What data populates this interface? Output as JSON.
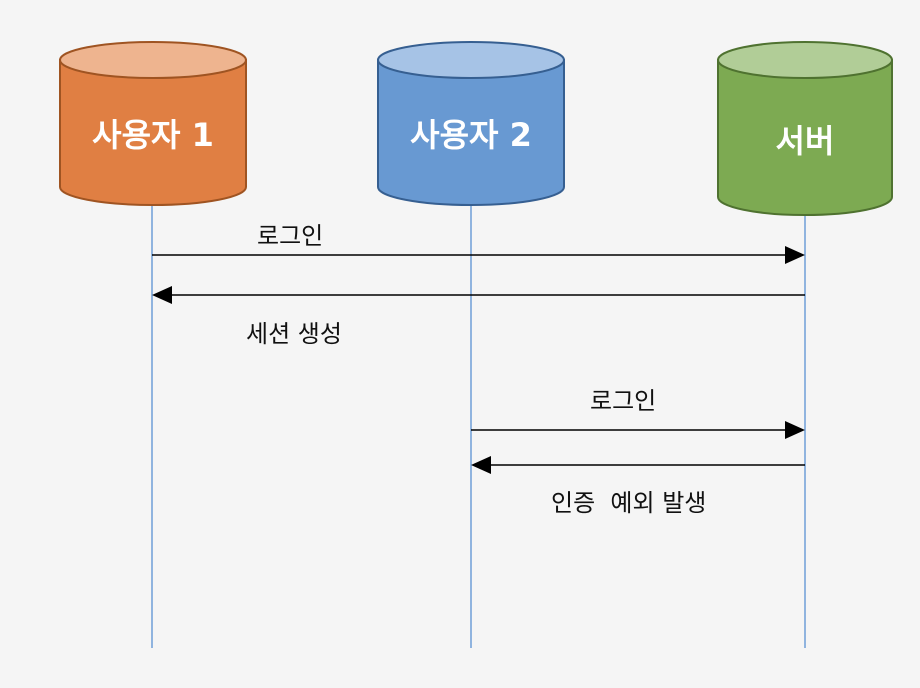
{
  "actors": [
    {
      "id": "user1",
      "label": "사용자 1",
      "fill": "#e07f43",
      "top_fill": "#eeb48f",
      "stroke": "#9f5422"
    },
    {
      "id": "user2",
      "label": "사용자 2",
      "fill": "#6899d2",
      "top_fill": "#a6c3e6",
      "stroke": "#365f91"
    },
    {
      "id": "server",
      "label": "서버",
      "fill": "#7daa52",
      "top_fill": "#b1cd97",
      "stroke": "#4f7230"
    }
  ],
  "messages": [
    {
      "label": "로그인",
      "from": "user1",
      "to": "server"
    },
    {
      "label": "세션 생성",
      "from": "server",
      "to": "user1"
    },
    {
      "label": "로그인",
      "from": "user2",
      "to": "server"
    },
    {
      "label": "인증  예외 발생",
      "from": "server",
      "to": "user2"
    }
  ],
  "colors": {
    "lifeline": "#6f9fd8",
    "arrow": "#000000"
  }
}
